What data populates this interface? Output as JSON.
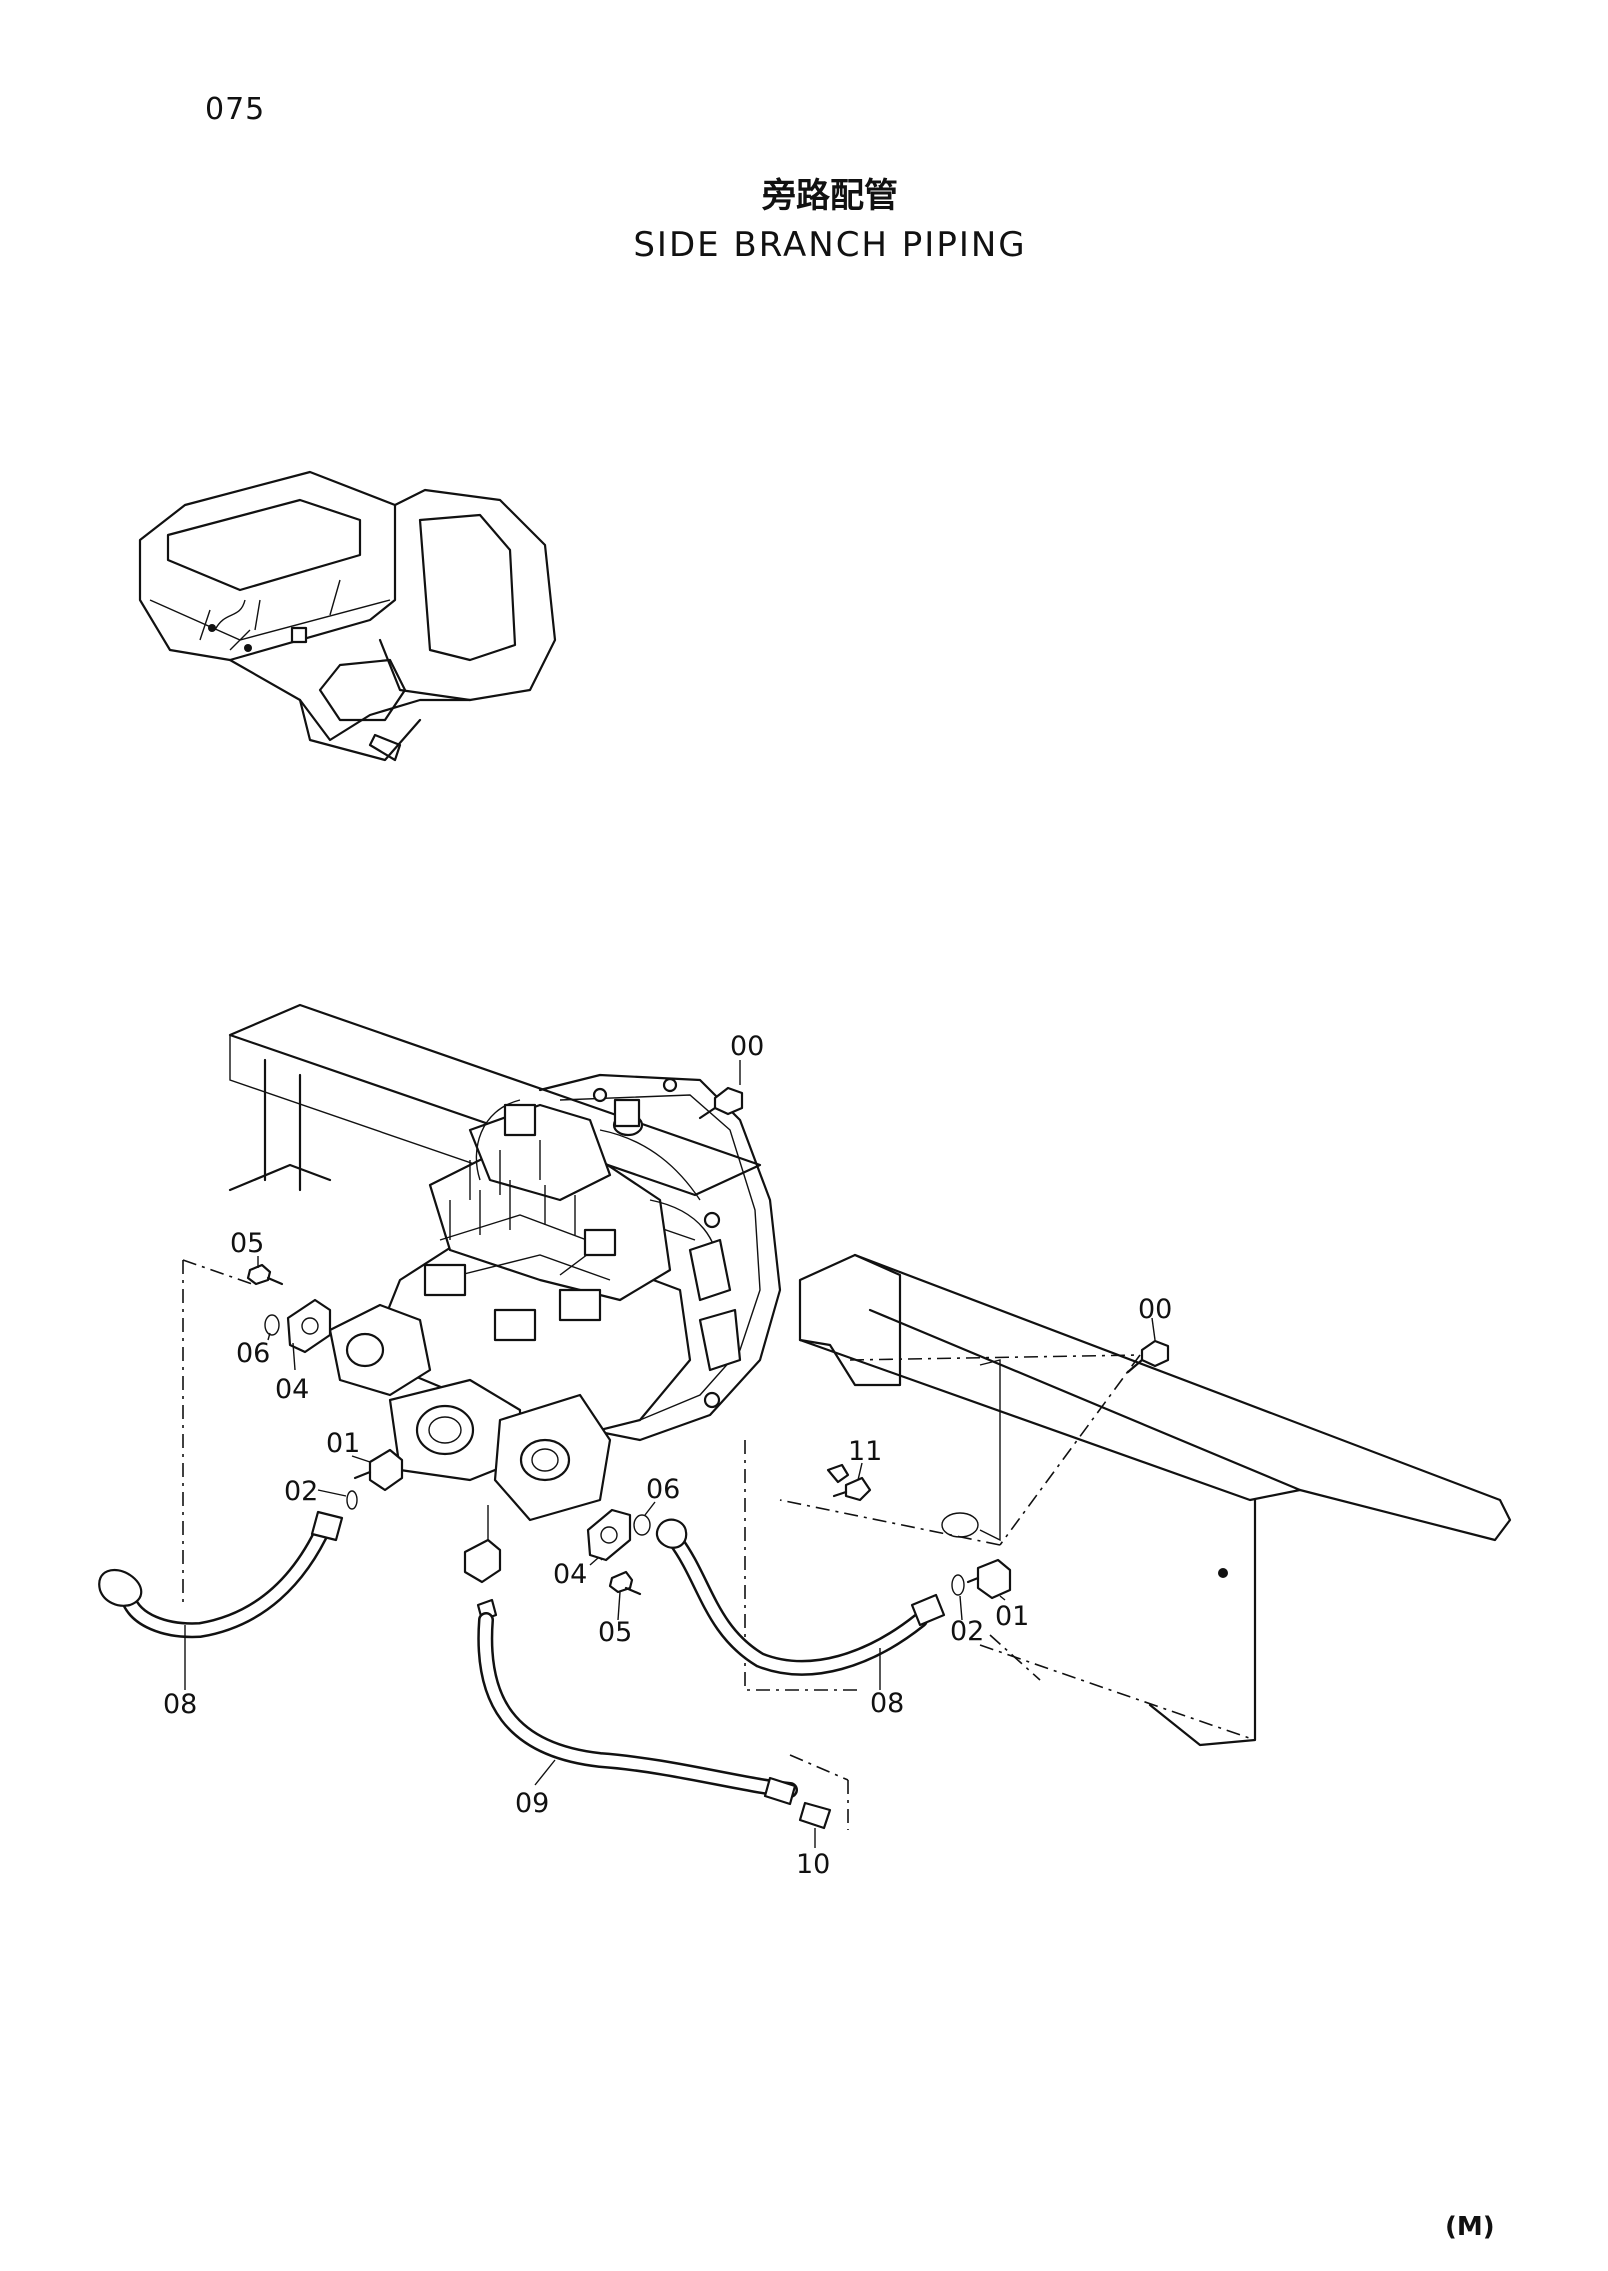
{
  "page": {
    "number": "075"
  },
  "title": {
    "chinese": "旁路配管",
    "english": "SIDE BRANCH PIPING"
  },
  "callouts": {
    "c00_top": "00",
    "c00_right": "00",
    "c05_top": "05",
    "c06_left": "06",
    "c04_left": "04",
    "c01_left": "01",
    "c02_left": "02",
    "c06_mid": "06",
    "c04_mid": "04",
    "c05_mid": "05",
    "c11": "11",
    "c01_right": "01",
    "c02_right": "02",
    "c08_right": "08",
    "c08_left": "08",
    "c09": "09",
    "c10": "10"
  },
  "footer": {
    "mark": "M"
  }
}
